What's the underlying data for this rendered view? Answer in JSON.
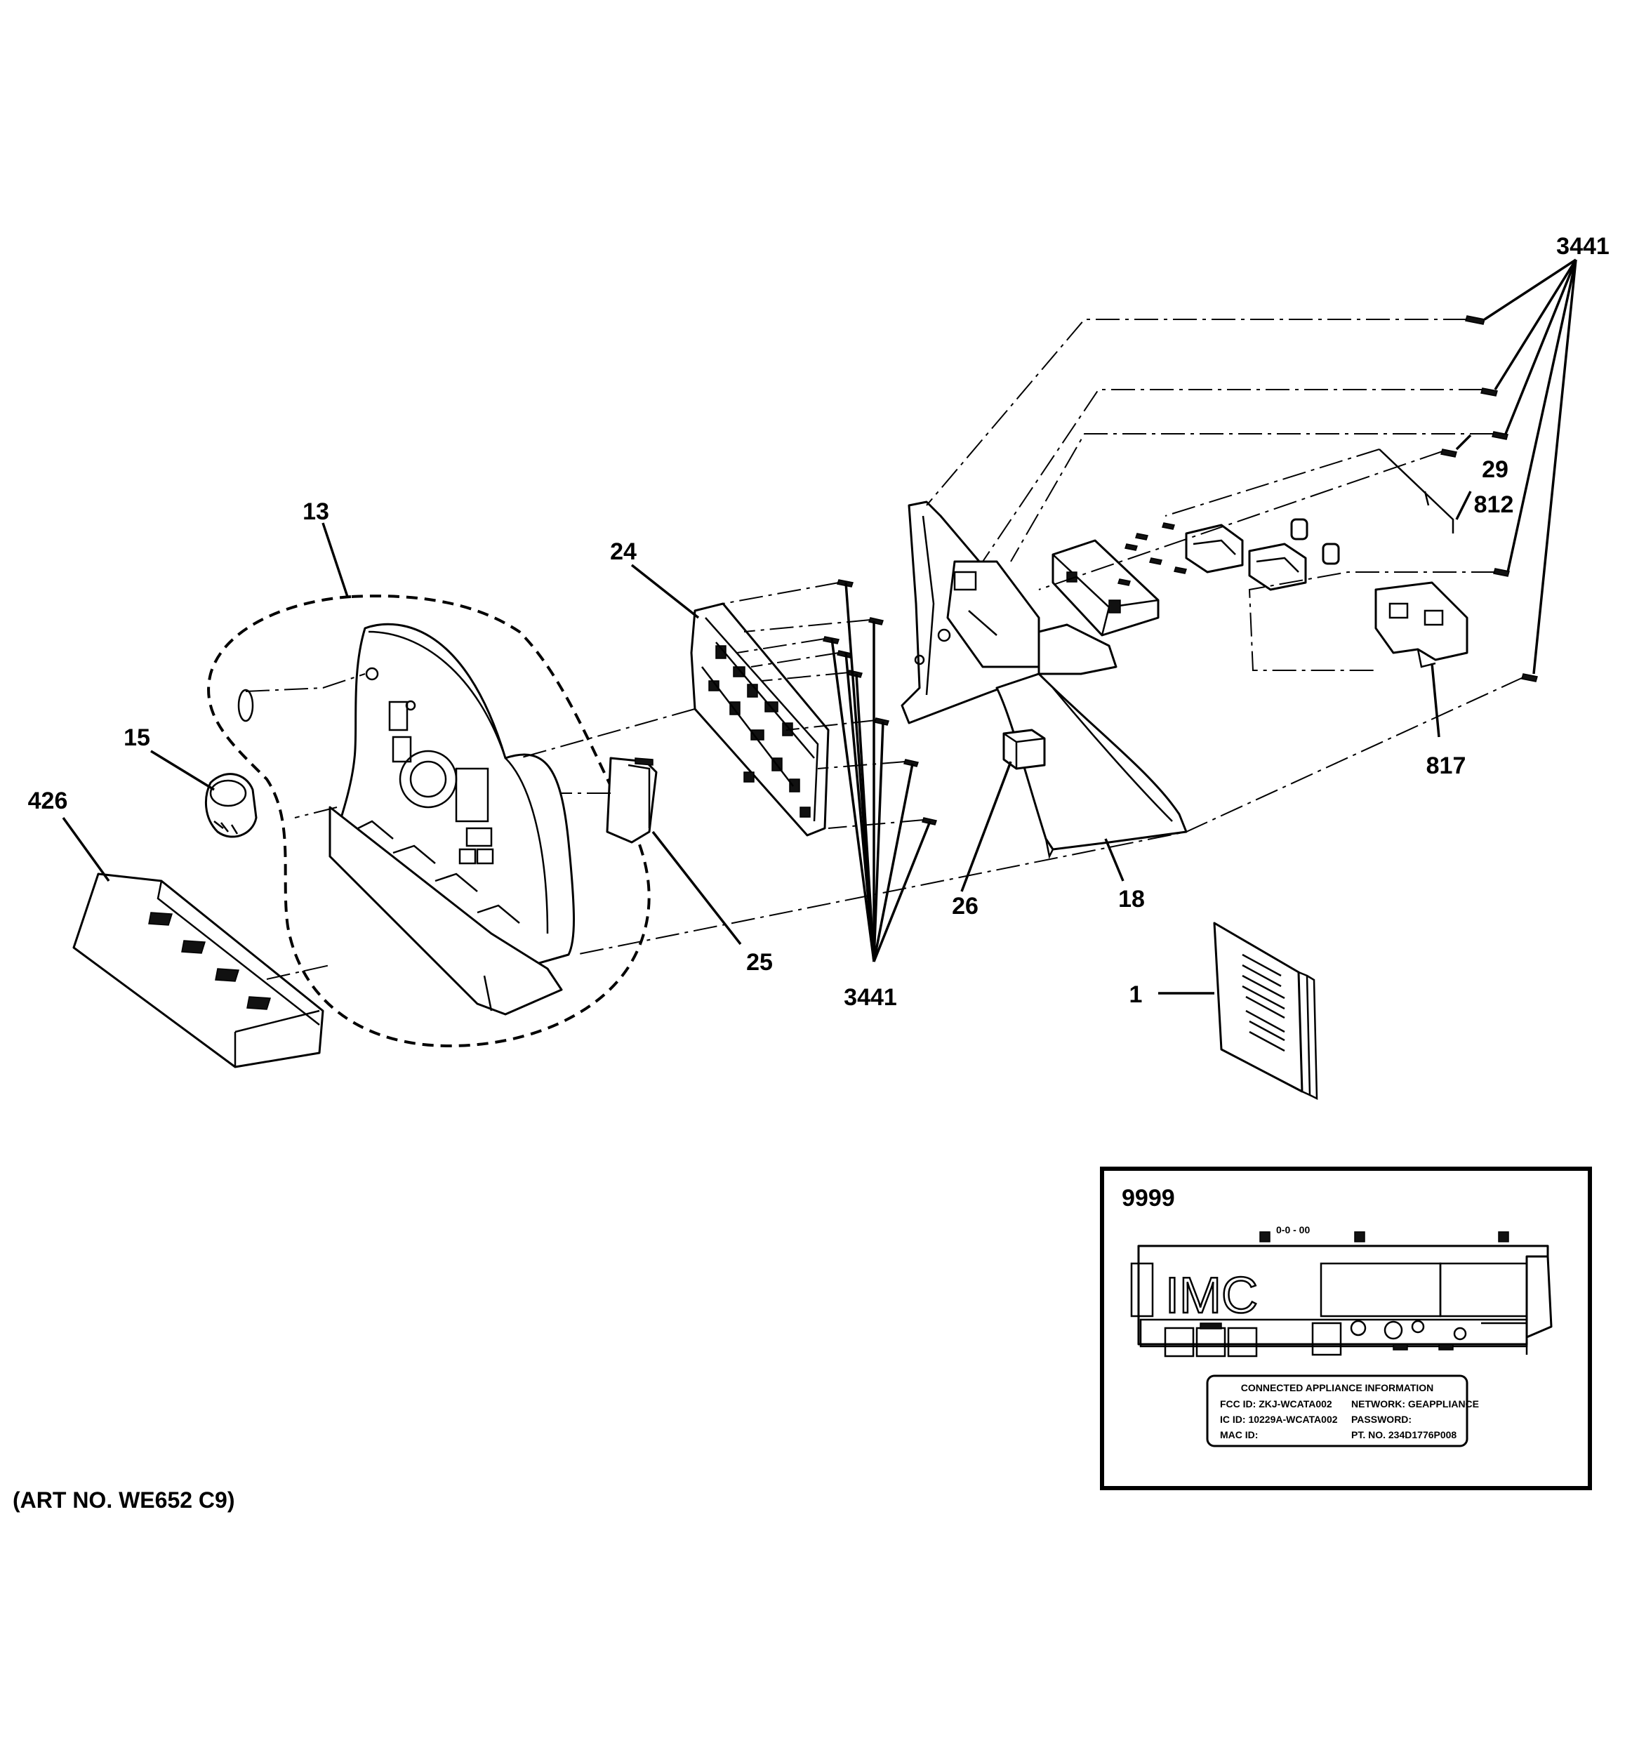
{
  "diagram": {
    "art_number": "(ART NO. WE652 C9)",
    "callouts": {
      "c13": "13",
      "c15": "15",
      "c426": "426",
      "c24": "24",
      "c25": "25",
      "c26": "26",
      "c18": "18",
      "c3441_top": "3441",
      "c3441_bottom": "3441",
      "c29": "29",
      "c812": "812",
      "c817": "817",
      "c1": "1",
      "c9999": "9999"
    },
    "inset": {
      "board_logo": "IMC",
      "tag_text": "0-0 - 00",
      "label_title": "CONNECTED APPLIANCE INFORMATION",
      "label_fcc": "FCC ID: ZKJ-WCATA002",
      "label_ic": "IC ID: 10229A-WCATA002",
      "label_mac": "MAC ID:",
      "label_network": "NETWORK: GEAPPLIANCE",
      "label_password": "PASSWORD:",
      "label_pt": "PT. NO. 234D1776P008"
    }
  }
}
